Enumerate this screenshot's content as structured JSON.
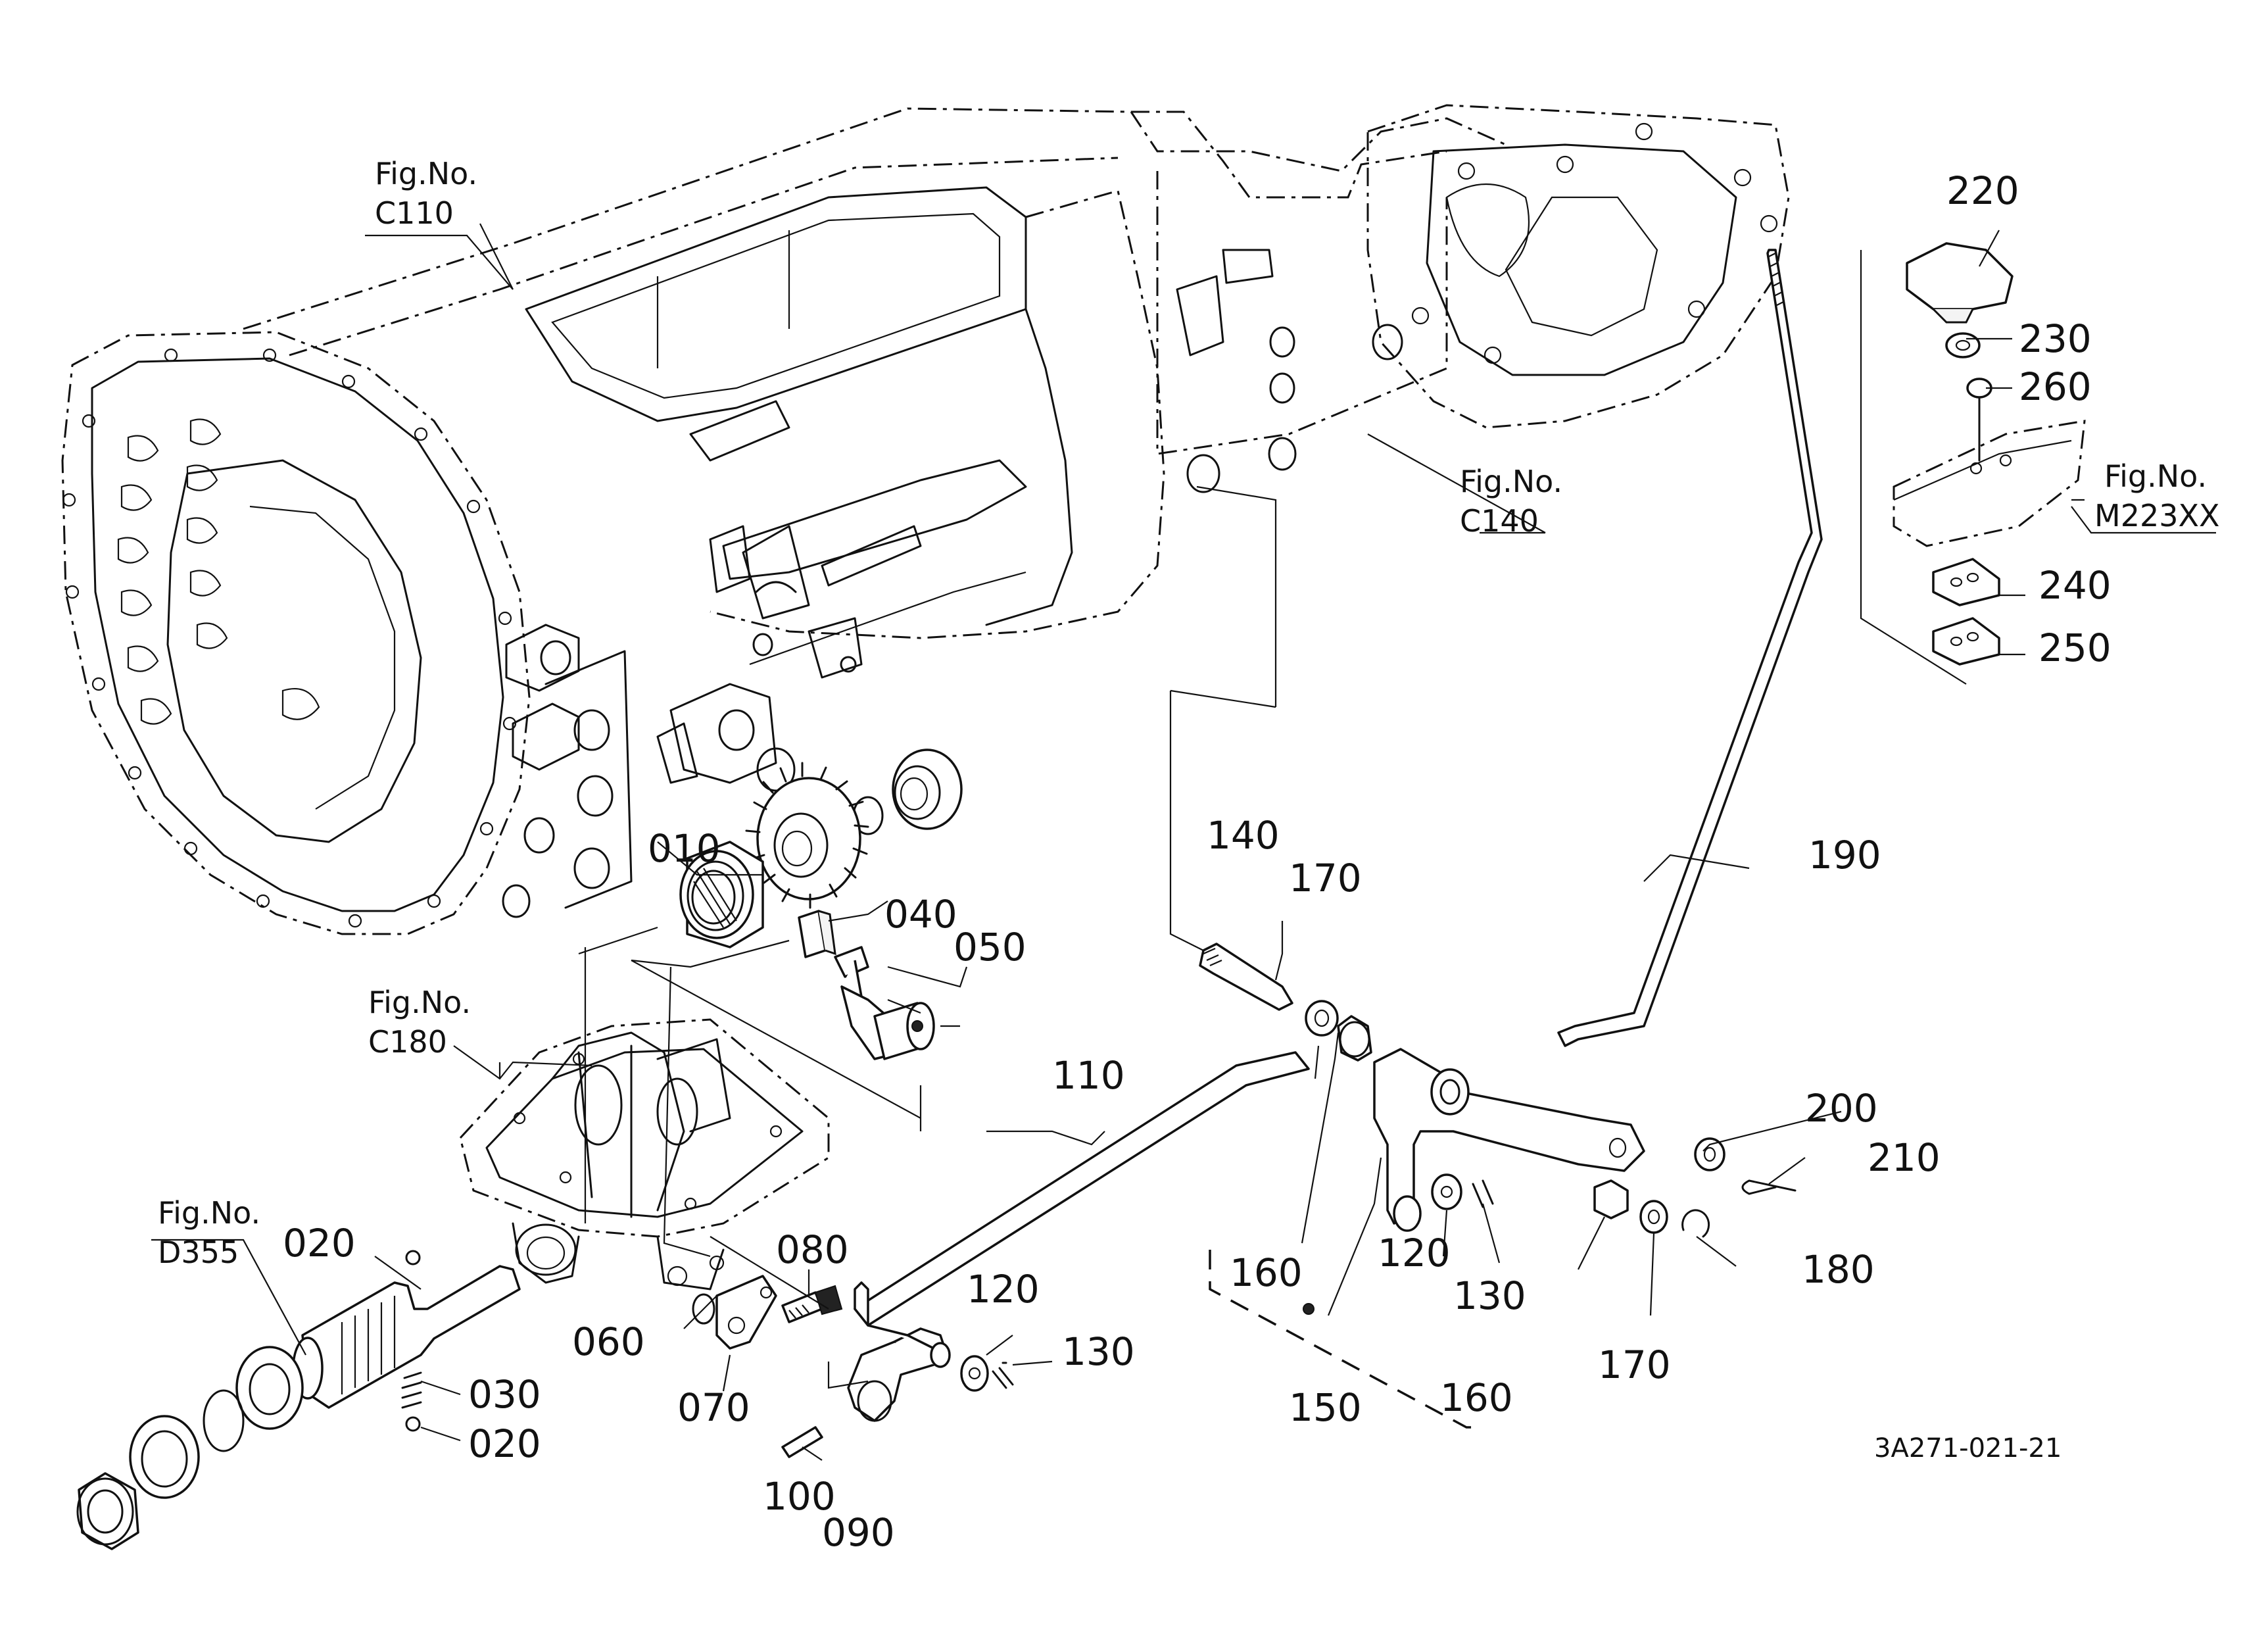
{
  "figure_refs": [
    {
      "id": "c110",
      "line1": "Fig.No.",
      "line2": "C110"
    },
    {
      "id": "c140",
      "line1": "Fig.No.",
      "line2": "C140"
    },
    {
      "id": "c180",
      "line1": "Fig.No.",
      "line2": "C180"
    },
    {
      "id": "d355",
      "line1": "Fig.No.",
      "line2": "D355"
    },
    {
      "id": "m223xx",
      "line1": "Fig.No.",
      "line2": "M223XX"
    }
  ],
  "part_numbers": {
    "p010": "010",
    "p020a": "020",
    "p020b": "020",
    "p030": "030",
    "p040": "040",
    "p050": "050",
    "p060": "060",
    "p070": "070",
    "p080": "080",
    "p090": "090",
    "p100": "100",
    "p110": "110",
    "p120a": "120",
    "p120b": "120",
    "p130a": "130",
    "p130b": "130",
    "p140": "140",
    "p150": "150",
    "p160a": "160",
    "p160b": "160",
    "p170a": "170",
    "p170b": "170",
    "p180": "180",
    "p190": "190",
    "p200": "200",
    "p210": "210",
    "p220": "220",
    "p230": "230",
    "p240": "240",
    "p250": "250",
    "p260": "260"
  },
  "drawing_code": "3A271-021-21"
}
